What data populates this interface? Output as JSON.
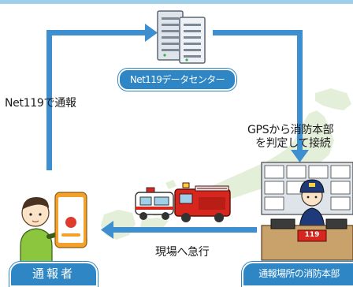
{
  "labels": {
    "center": "Net119データセンター",
    "report": "Net119で通報",
    "gps_line1": "GPSから消防本部",
    "gps_line2": "を判定して接続",
    "dispatch": "現場へ急行",
    "reporter": "通報者",
    "station": "通報場所の消防本部",
    "board_number": "119"
  },
  "colors": {
    "arrow": "#3d8fd0",
    "pill": "#2f86c4",
    "map": "#e3efd8",
    "fire_truck": "#d7261e"
  }
}
